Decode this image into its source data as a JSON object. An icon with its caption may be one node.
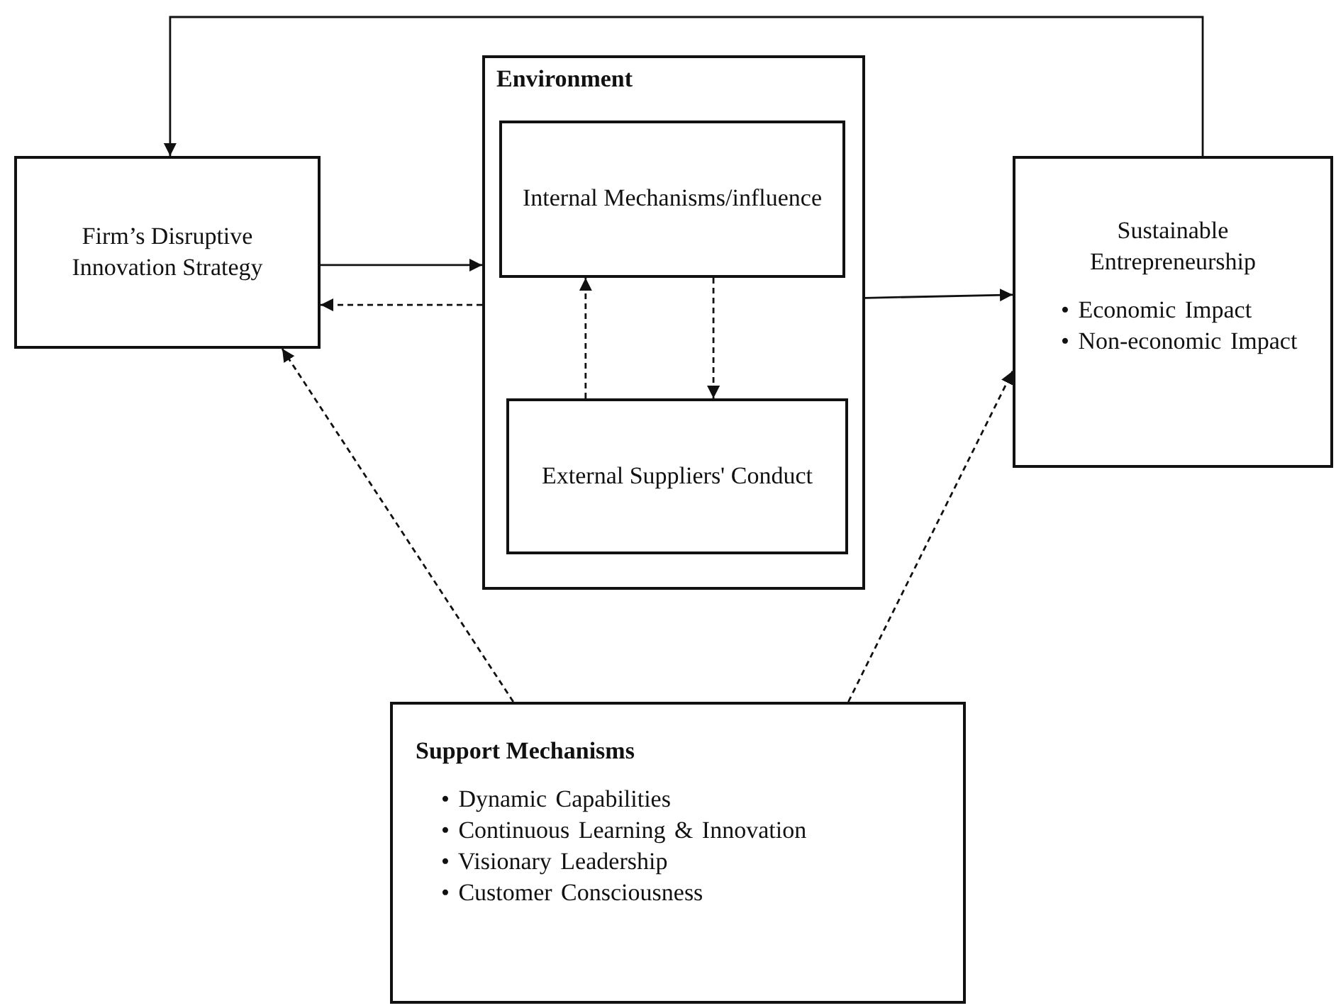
{
  "diagram": {
    "nodes": [
      {
        "text": [
          "Firm’s Disruptive Innovation Strategy"
        ]
      },
      {
        "text": [
          "Environment"
        ]
      },
      {
        "text": [
          "Internal Mechanisms/influence"
        ],
        "in": 1
      },
      {
        "text": [
          "External Suppliers' Conduct"
        ],
        "in": 1
      },
      {
        "text": [
          "Sustainable Entrepreneurship",
          "• Economic Impact",
          "• Non-economic Impact"
        ]
      },
      {
        "text": [
          "Support Mechanisms",
          "• Dynamic Capabilities",
          "• Continuous Learning & Innovation",
          "• Visionary Leadership",
          "• Customer Consciousness"
        ]
      }
    ],
    "edges": [
      {
        "from": 4,
        "to": 0,
        "arrow": "to"
      },
      {
        "from": 0,
        "to": 1,
        "arrow": "to"
      },
      {
        "from": 1,
        "to": 0,
        "arrow": "to",
        "style": "dashed"
      },
      {
        "from": 3,
        "to": 2,
        "arrow": "to",
        "style": "dashed"
      },
      {
        "from": 2,
        "to": 3,
        "arrow": "to",
        "style": "dashed"
      },
      {
        "from": 1,
        "to": 4,
        "arrow": "to"
      },
      {
        "from": 5,
        "to": 0,
        "arrow": "to",
        "style": "dashed"
      },
      {
        "from": 5,
        "to": 4,
        "arrow": "to",
        "style": "dashed"
      }
    ]
  }
}
